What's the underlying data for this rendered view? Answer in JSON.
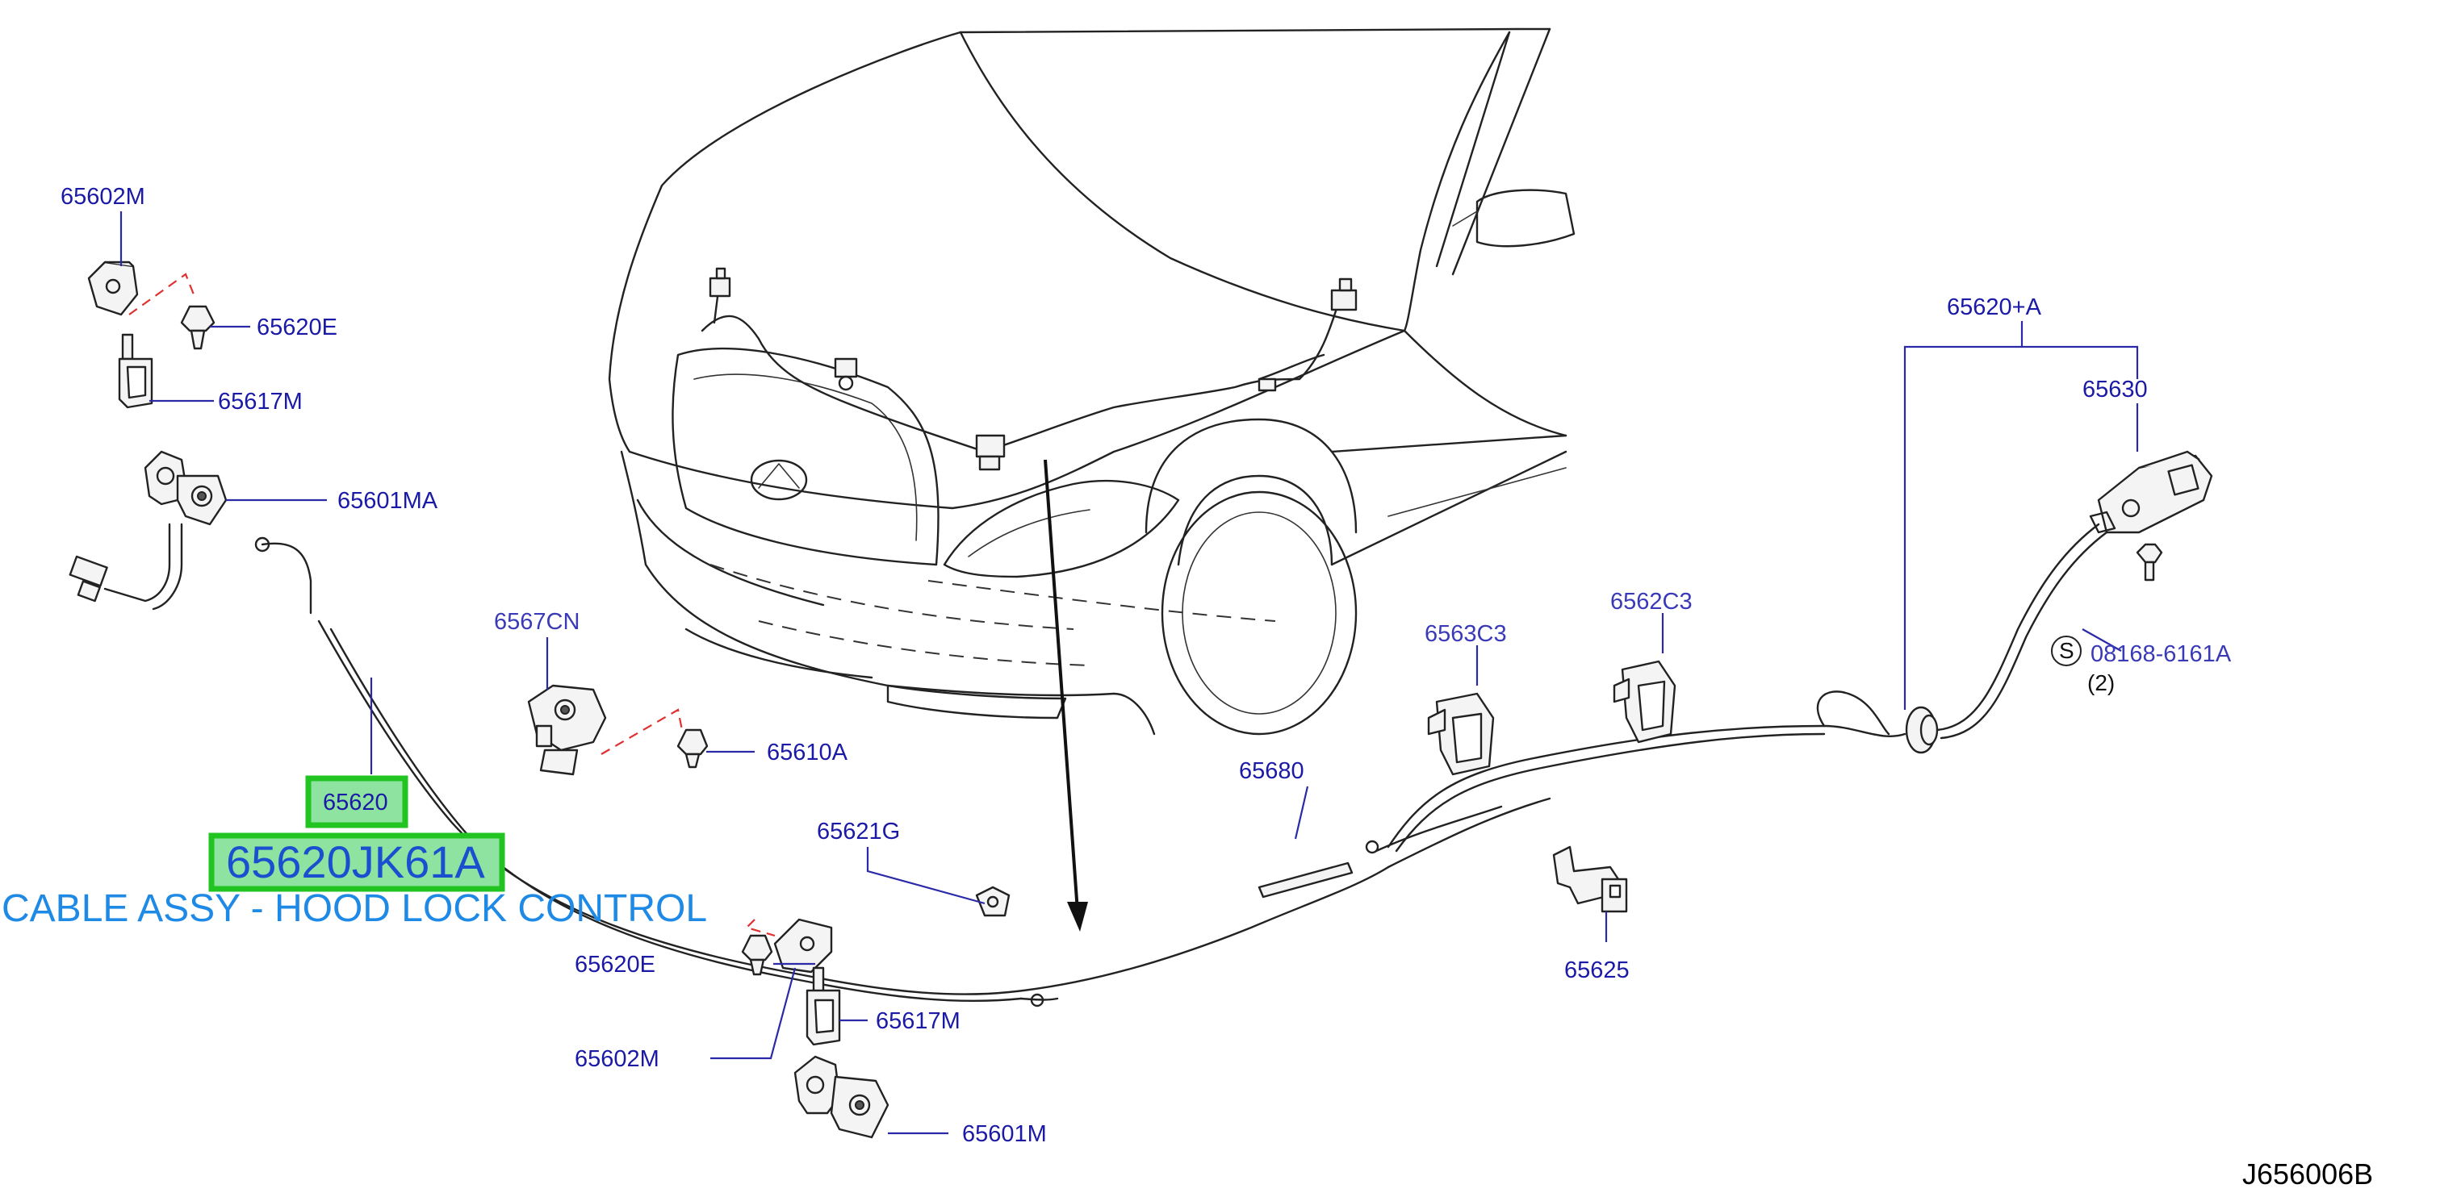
{
  "labels": {
    "p65602m_top": "65602M",
    "p65620e_top": "65620E",
    "p65617m_top": "65617M",
    "p65601ma": "65601MA",
    "p65610a": "65610A",
    "p65621g": "65621G",
    "p65620e_bottom": "65620E",
    "p65602m_bottom": "65602M",
    "p65617m_bottom": "65617M",
    "p65601m": "65601M",
    "p65680": "65680",
    "p65625": "65625",
    "p65620a": "65620+A",
    "p65630": "65630",
    "p65670_faded": "6567CN",
    "p65623_faded": "6562C3",
    "p6563_faded": "6563C3",
    "p08168_faded": "08168-6161A",
    "bolt_symbol": "S",
    "bolt_qty": "(2)"
  },
  "highlight": {
    "part_number": "65620",
    "full_part_number": "65620JK61A",
    "description": "CABLE ASSY - HOOD LOCK CONTROL",
    "box_color": "#22c422",
    "box_fill": "#8ee3a0"
  },
  "drawing_id": "J656006B",
  "colors": {
    "label": "#1a1aa6",
    "description": "#1e8ae6",
    "dimension": "#e03030"
  }
}
